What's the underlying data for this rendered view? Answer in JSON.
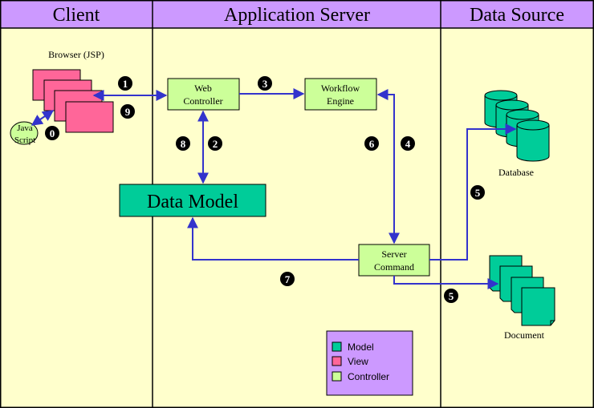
{
  "columns": {
    "client": "Client",
    "app_server": "Application Server",
    "data_source": "Data Source"
  },
  "labels": {
    "browser": "Browser (JSP)",
    "javascript_line1": "Java",
    "javascript_line2": "Script",
    "web_controller_line1": "Web",
    "web_controller_line2": "Controller",
    "workflow_line1": "Workflow",
    "workflow_line2": "Engine",
    "data_model": "Data Model",
    "server_command_line1": "Server",
    "server_command_line2": "Command",
    "database": "Database",
    "document": "Document"
  },
  "steps": {
    "s0": "0",
    "s1": "1",
    "s2": "2",
    "s3": "3",
    "s4": "4",
    "s5a": "5",
    "s5b": "5",
    "s6": "6",
    "s7": "7",
    "s8": "8",
    "s9": "9"
  },
  "legend": {
    "items": [
      {
        "label": "Model",
        "color": "#00cc99"
      },
      {
        "label": "View",
        "color": "#ff6699"
      },
      {
        "label": "Controller",
        "color": "#ccff99"
      }
    ]
  },
  "colors": {
    "background": "#ffffcc",
    "header": "#cc99ff",
    "arrow": "#3333cc",
    "legend_bg": "#cc99ff"
  }
}
